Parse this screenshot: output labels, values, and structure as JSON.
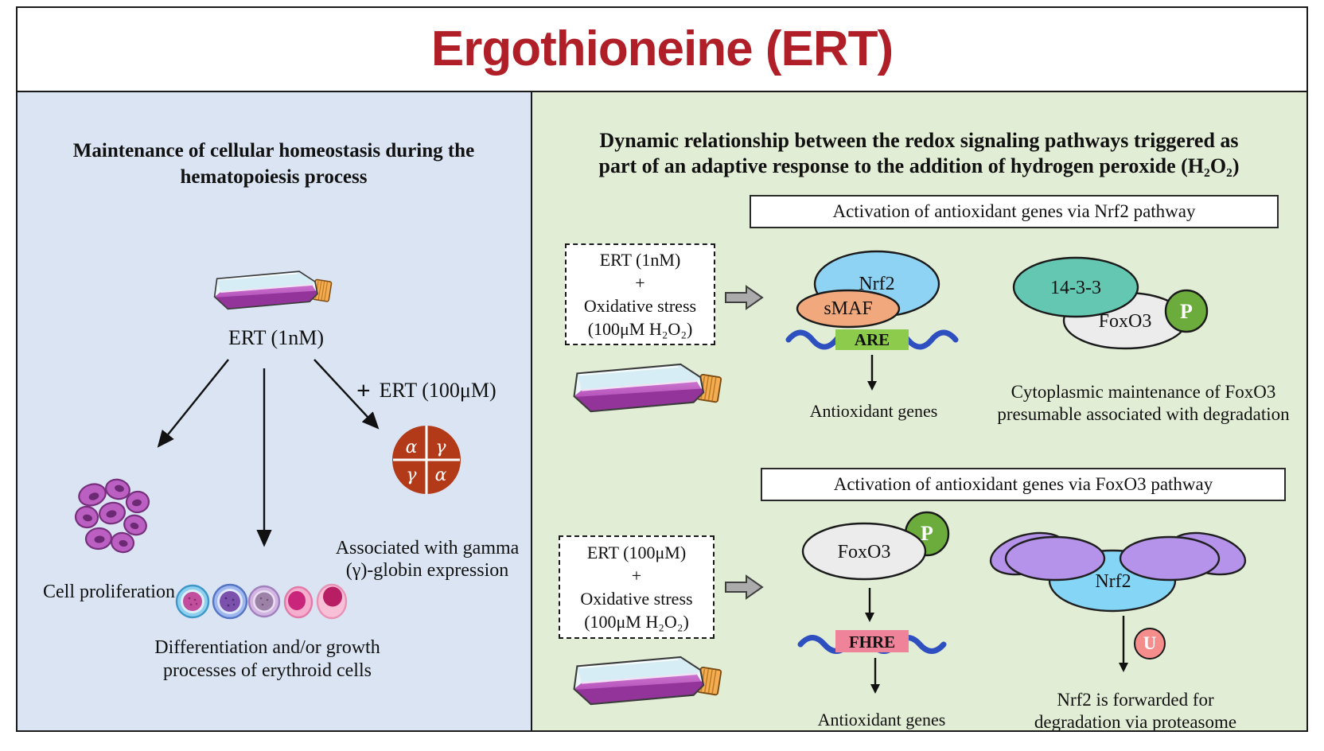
{
  "title": "Ergothioneine (ERT)",
  "colors": {
    "title_red": "#b01f27",
    "left_panel_bg": "#dae4f2",
    "right_panel_bg": "#e2edd6",
    "nrf2_blue": "#8ed2f4",
    "smaf_orange": "#f0a87c",
    "are_green": "#8ccb4b",
    "teal_14_3_3": "#63c7b2",
    "foxo3_gray": "#ececec",
    "phospho_green": "#6bac3d",
    "proteasome_purple": "#b593ea",
    "fhre_pink": "#ee8399",
    "ubiquitin_pink": "#f68d8d",
    "dna_blue": "#2e4fc0",
    "globin_red": "#b23a18"
  },
  "left_panel": {
    "heading": "Maintenance of cellular homeostasis during the hematopoiesis process",
    "flask_label": "ERT (1nM)",
    "plus_sign": "+",
    "ert_100_label": "ERT (100μM)",
    "cell_proliferation_label": "Cell proliferation",
    "globin": {
      "top_left": "α",
      "top_right": "γ",
      "bottom_left": "γ",
      "bottom_right": "α"
    },
    "globin_caption_line1": "Associated with gamma",
    "globin_caption_line2": "(γ)-globin expression",
    "differentiation_caption_line1": "Differentiation and/or growth",
    "differentiation_caption_line2": "processes of erythroid cells"
  },
  "right_panel": {
    "heading_line1": "Dynamic relationship between the redox signaling pathways triggered as",
    "heading_line2": "part of an adaptive response to the addition of hydrogen peroxide (H₂O₂)",
    "nrf2_pathway": {
      "banner": "Activation of antioxidant genes via Nrf2 pathway",
      "stimulus_line1": "ERT (1nM)",
      "stimulus_line2": "+",
      "stimulus_line3": "Oxidative stress",
      "stimulus_line4": "(100μM H₂O₂)",
      "nrf2_label": "Nrf2",
      "smaf_label": "sMAF",
      "are_label": "ARE",
      "result_label": "Antioxidant genes",
      "chaperone_label": "14-3-3",
      "foxo3_label": "FoxO3",
      "phospho_label": "P",
      "cytoplasmic_caption_line1": "Cytoplasmic maintenance of FoxO3",
      "cytoplasmic_caption_line2": "presumable associated with degradation"
    },
    "foxo3_pathway": {
      "banner": "Activation of antioxidant genes via FoxO3 pathway",
      "stimulus_line1": "ERT (100μM)",
      "stimulus_line2": "+",
      "stimulus_line3": "Oxidative stress",
      "stimulus_line4": "(100μM H₂O₂)",
      "foxo3_label": "FoxO3",
      "phospho_label": "P",
      "fhre_label": "FHRE",
      "result_label": "Antioxidant genes",
      "nrf2_label": "Nrf2",
      "ubiquitin_label": "U",
      "degradation_caption_line1": "Nrf2 is forwarded for",
      "degradation_caption_line2": "degradation via proteasome"
    }
  }
}
